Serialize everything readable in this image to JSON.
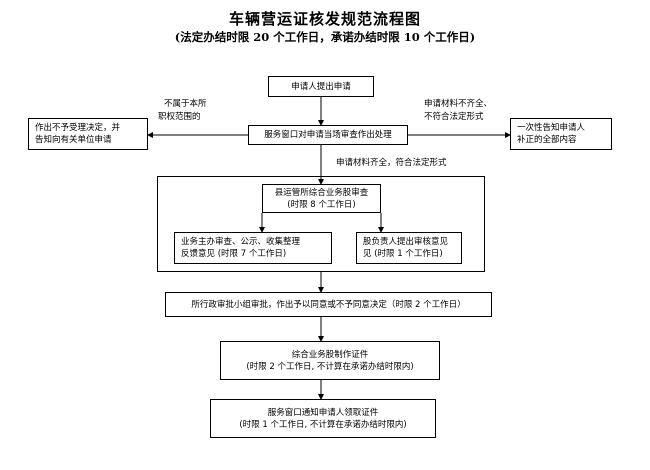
{
  "title": "车辆营运证核发规范流程图",
  "subtitle": "(法定办结时限 20 个工作日，承诺办结时限 10 个工作日)",
  "nodes": {
    "apply": "申请人提出申请",
    "window": "服务窗口对申请当场审查作出处理",
    "reject": [
      "作出不予受理决定，并",
      "告知向有关单位申请"
    ],
    "notify": [
      "一次性告知申请人",
      "补正的全部内容"
    ],
    "review": [
      "县运管所综合业务股审查",
      "(时限 8 个工作日)"
    ],
    "business": [
      "业务主办审查、公示、收集整理",
      "反馈意见 (时限 7 个工作日)"
    ],
    "leader": [
      "股负责人提出审核意见",
      "见 (时限 1 个工作日)"
    ],
    "approve": "所行政审批小组审批，作出予以同意或不予同意决定（时限 2 个工作日）",
    "issue": [
      "综合业务股制作证件",
      "(时限 2 个工作日, 不计算在承诺办结时限内)"
    ],
    "collect": [
      "服务窗口通知申请人领取证件",
      "(时限 1 个工作日, 不计算在承诺办结时限内)"
    ]
  },
  "labels": {
    "not_in_scope": [
      "不属于本所",
      "职权范围的"
    ],
    "incomplete": [
      "申请材料不齐全、",
      "不符合法定形式"
    ],
    "complete": "申请材料齐全，符合法定形式"
  }
}
